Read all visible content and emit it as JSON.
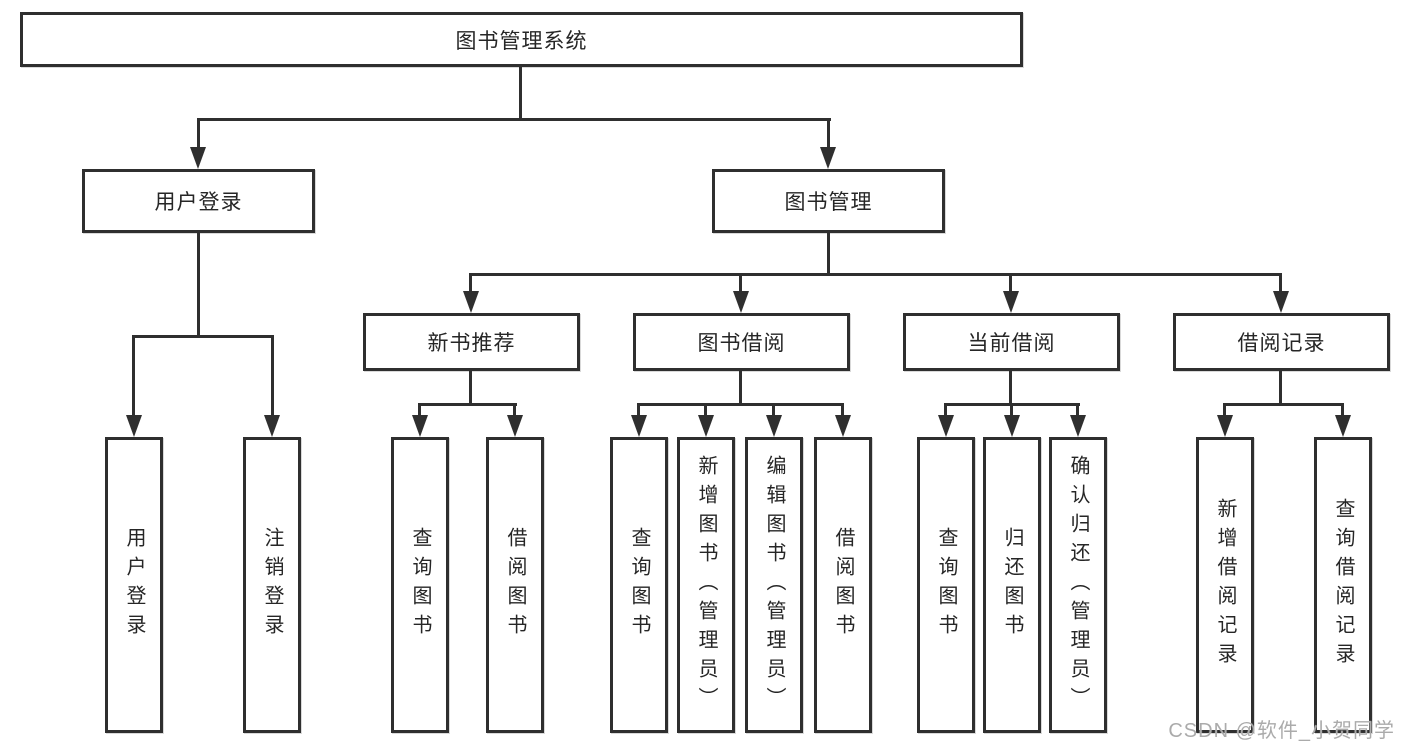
{
  "root": {
    "label": "图书管理系统"
  },
  "level2": [
    {
      "label": "用户登录"
    },
    {
      "label": "图书管理"
    }
  ],
  "level3": [
    {
      "label": "新书推荐"
    },
    {
      "label": "图书借阅"
    },
    {
      "label": "当前借阅"
    },
    {
      "label": "借阅记录"
    }
  ],
  "leaves": {
    "user_login": [
      "用户登录",
      "注销登录"
    ],
    "new_book_rec": [
      "查询图书",
      "借阅图书"
    ],
    "book_borrow": [
      "查询图书",
      "新增图书（管理员）",
      "编辑图书（管理员）",
      "借阅图书"
    ],
    "current_borrow": [
      "查询图书",
      "归还图书",
      "确认归还（管理员）"
    ],
    "borrow_records": [
      "新增借阅记录",
      "查询借阅记录"
    ]
  },
  "watermark": "CSDN @软件_小贺同学",
  "colors": {
    "line": "#2f2f2f",
    "text": "#262626",
    "watermark": "#ababab",
    "background": "#ffffff"
  }
}
